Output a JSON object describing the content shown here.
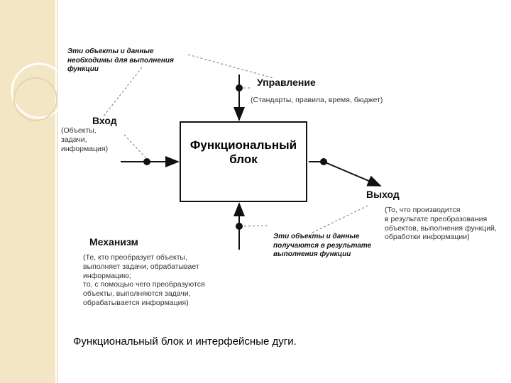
{
  "caption": "Функциональный блок и интерфейсные дуги.",
  "block": {
    "title": "Функциональный\nблок"
  },
  "control": {
    "label": "Управление",
    "description": "(Стандарты, правила, время, бюджет)",
    "note": "Эти объекты и данные\nнеобходимы для выполнения\nфункции"
  },
  "input": {
    "label": "Вход",
    "description": "(Объекты,\nзадачи,\nинформация)"
  },
  "output": {
    "label": "Выход",
    "description": "(То, что производится\nв результате преобразования\nобъектов, выполнения функций,\nобработки информации)",
    "note": "Эти объекты и данные\nполучаются в результате\nвыполнения функции"
  },
  "mechanism": {
    "label": "Механизм",
    "description": "(Те, кто преобразует объекты,\nвыполняет задачи, обрабатывает\nинформацию;\nто, с помощью чего преобразуются\nобъекты, выполняются задачи,\nобрабатывается информация)"
  },
  "colors": {
    "side_band": "#f2e6c4",
    "line": "#111111",
    "dashed": "#777777"
  }
}
